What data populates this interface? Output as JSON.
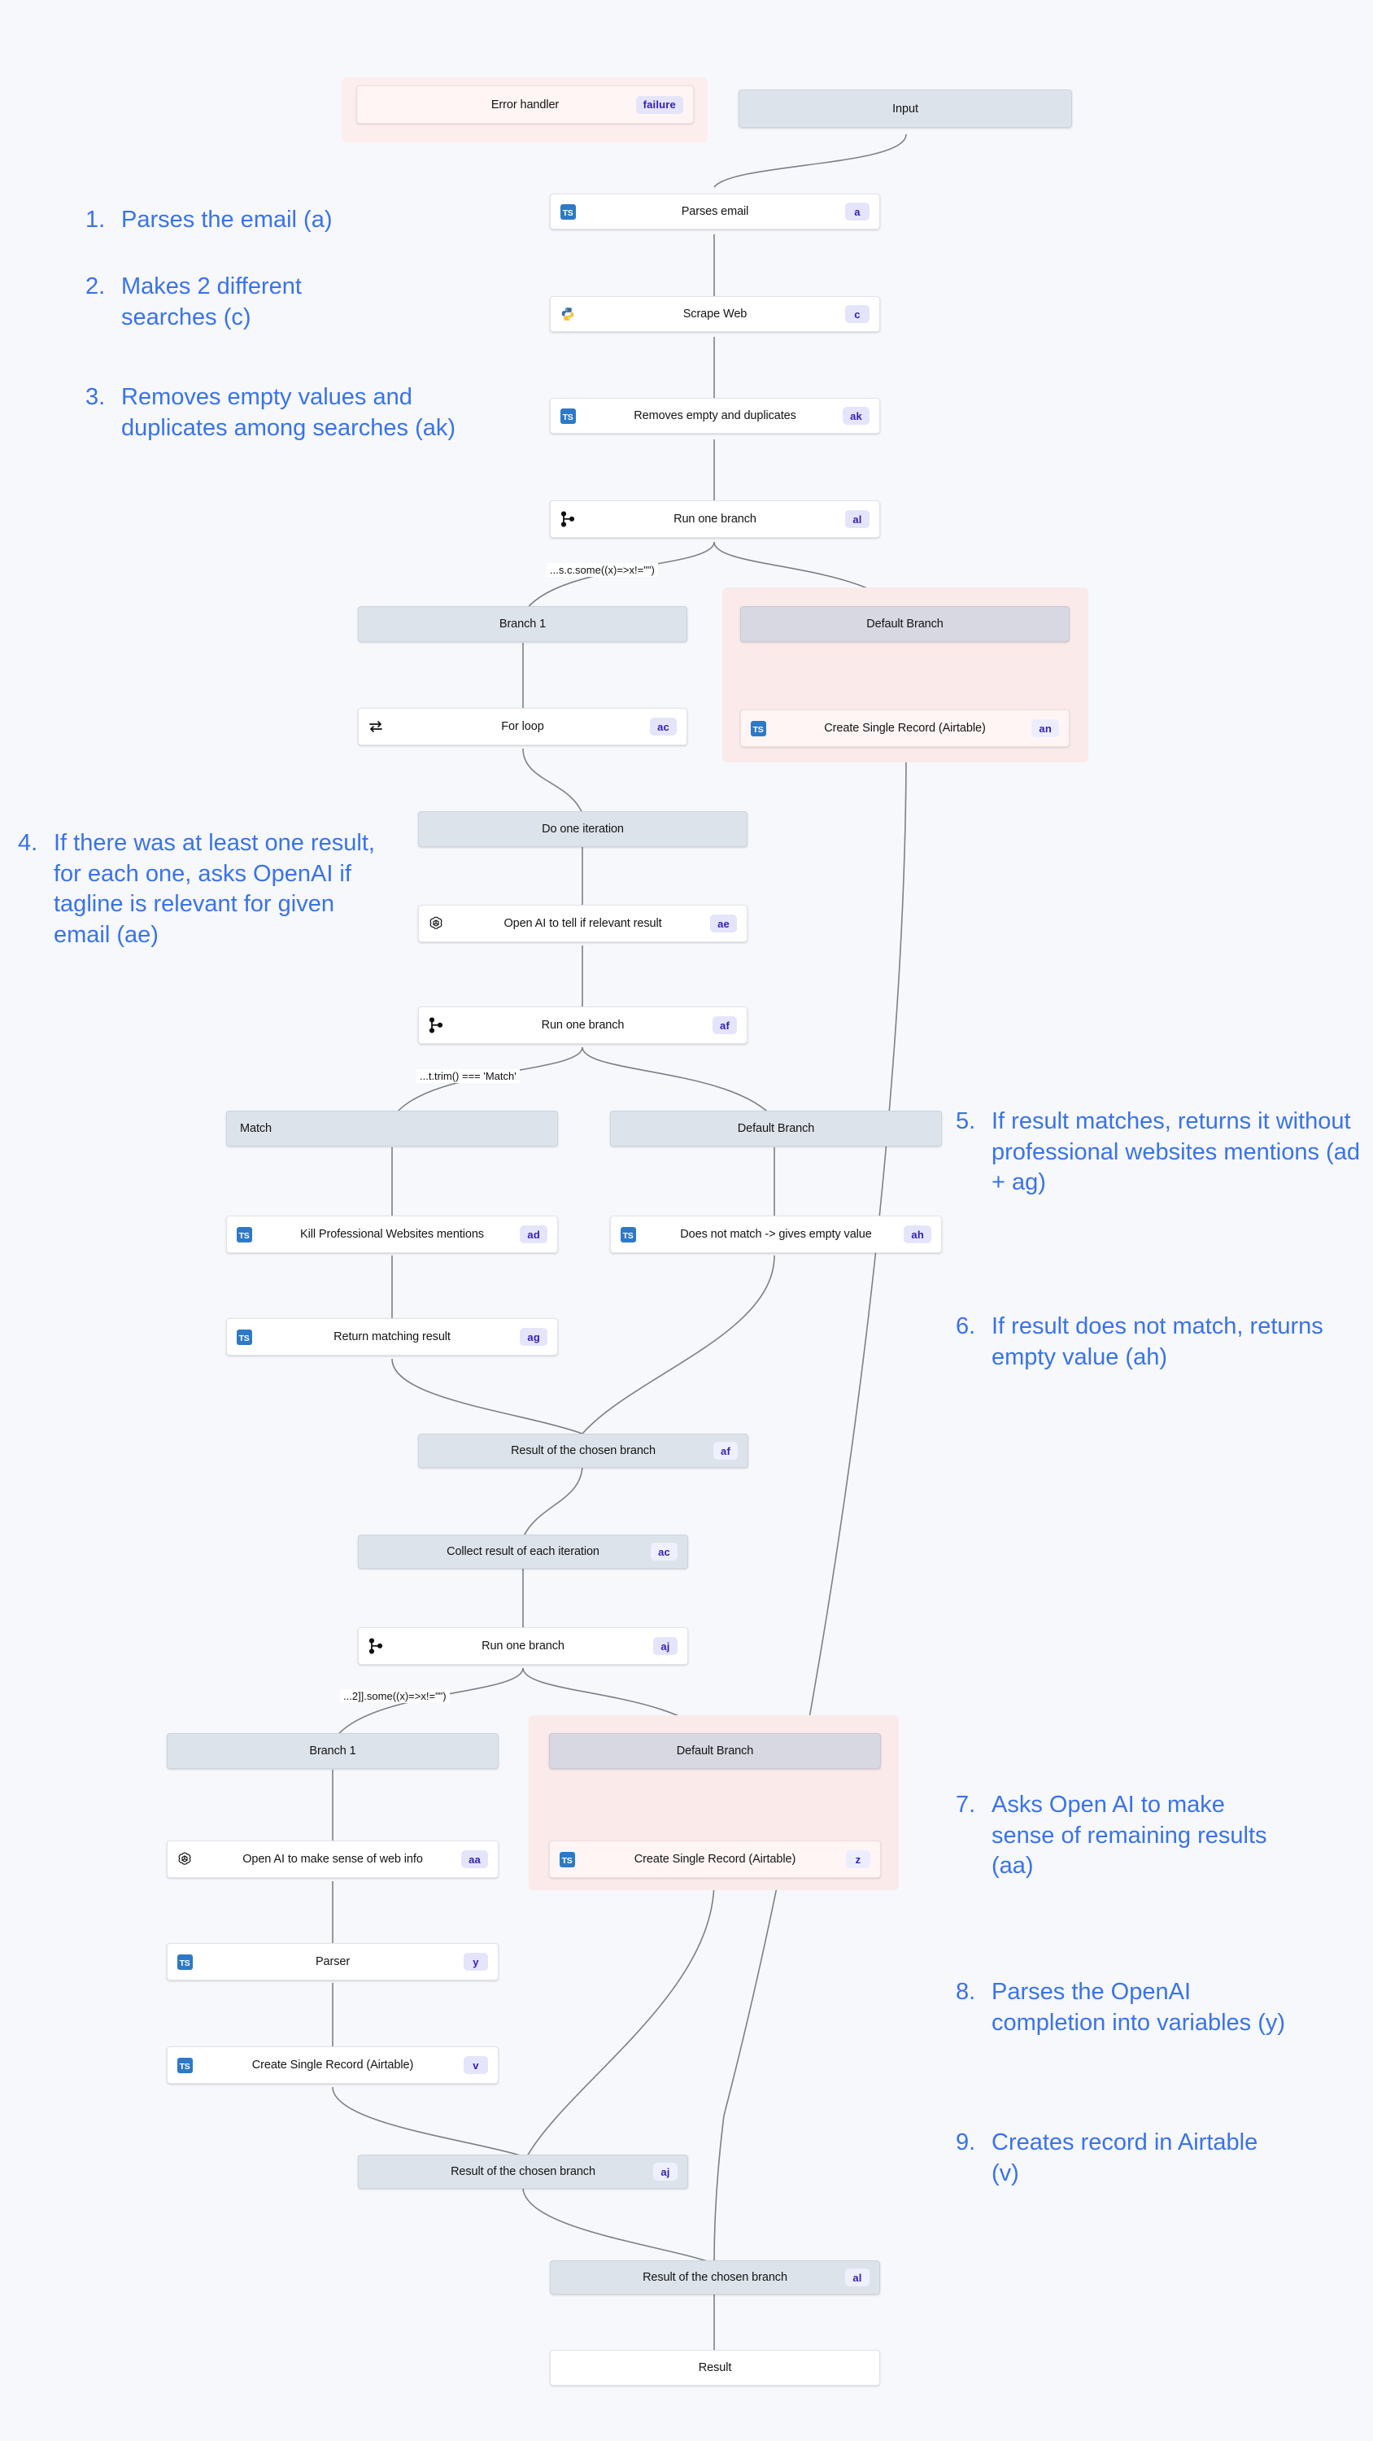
{
  "canvas": {
    "background": "#f7f8fb",
    "accent_blue": "#3973ea",
    "chip_bg": "#e4e5fb",
    "chip_text": "#3520b5",
    "virtual_node_bg": "#dde3ea",
    "error_group_bg": "#fdeeee"
  },
  "nodes": {
    "error_handler": {
      "label": "Error handler",
      "chip": "failure",
      "icon": "none"
    },
    "input": {
      "label": "Input",
      "chip": "",
      "icon": "none"
    },
    "parses_email": {
      "label": "Parses email",
      "chip": "a",
      "icon": "typescript-icon"
    },
    "scrape_web": {
      "label": "Scrape Web",
      "chip": "c",
      "icon": "python-icon"
    },
    "removes_empty": {
      "label": "Removes empty and duplicates",
      "chip": "ak",
      "icon": "typescript-icon"
    },
    "run_branch_al": {
      "label": "Run one branch",
      "chip": "al",
      "icon": "branch-icon"
    },
    "branch1_al": {
      "label": "Branch 1",
      "chip": "",
      "icon": "none"
    },
    "default_al": {
      "label": "Default Branch",
      "chip": "",
      "icon": "none"
    },
    "for_loop": {
      "label": "For loop",
      "chip": "ac",
      "icon": "loop-icon"
    },
    "airtable_an": {
      "label": "Create Single Record (Airtable)",
      "chip": "an",
      "icon": "typescript-icon"
    },
    "do_one_iter": {
      "label": "Do one iteration",
      "chip": "",
      "icon": "none"
    },
    "openai_ae": {
      "label": "Open AI to tell if relevant result",
      "chip": "ae",
      "icon": "openai-icon"
    },
    "run_branch_af": {
      "label": "Run one branch",
      "chip": "af",
      "icon": "branch-icon"
    },
    "match": {
      "label": "Match",
      "chip": "",
      "icon": "none"
    },
    "default_af": {
      "label": "Default Branch",
      "chip": "",
      "icon": "none"
    },
    "kill_mentions": {
      "label": "Kill Professional Websites mentions",
      "chip": "ad",
      "icon": "typescript-icon"
    },
    "no_match": {
      "label": "Does not match -> gives empty value",
      "chip": "ah",
      "icon": "typescript-icon"
    },
    "return_match": {
      "label": "Return matching result",
      "chip": "ag",
      "icon": "typescript-icon"
    },
    "result_af": {
      "label": "Result of the chosen branch",
      "chip": "af",
      "icon": "none"
    },
    "collect_iter": {
      "label": "Collect result of each iteration",
      "chip": "ac",
      "icon": "none"
    },
    "run_branch_aj": {
      "label": "Run one branch",
      "chip": "aj",
      "icon": "branch-icon"
    },
    "branch1_aj": {
      "label": "Branch 1",
      "chip": "",
      "icon": "none"
    },
    "default_aj": {
      "label": "Default Branch",
      "chip": "",
      "icon": "none"
    },
    "openai_aa": {
      "label": "Open AI to make sense of web info",
      "chip": "aa",
      "icon": "openai-icon"
    },
    "airtable_z": {
      "label": "Create Single Record (Airtable)",
      "chip": "z",
      "icon": "typescript-icon"
    },
    "parser_y": {
      "label": "Parser",
      "chip": "y",
      "icon": "typescript-icon"
    },
    "airtable_v": {
      "label": "Create Single Record (Airtable)",
      "chip": "v",
      "icon": "typescript-icon"
    },
    "result_aj": {
      "label": "Result of the chosen branch",
      "chip": "aj",
      "icon": "none"
    },
    "result_al": {
      "label": "Result of the chosen branch",
      "chip": "al",
      "icon": "none"
    },
    "result": {
      "label": "Result",
      "chip": "",
      "icon": "none"
    }
  },
  "edge_labels": {
    "cond_al": "...s.c.some((x)=>x!=\"\")",
    "cond_af": "...t.trim() === 'Match'",
    "cond_aj": "...2]].some((x)=>x!=\"\")"
  },
  "annotations": [
    {
      "num": "1.",
      "text": "Parses the email (a)"
    },
    {
      "num": "2.",
      "text": "Makes 2 different searches (c)"
    },
    {
      "num": "3.",
      "text": "Removes empty values and duplicates among searches (ak)"
    },
    {
      "num": "4.",
      "text": "If there was at least one result, for each one, asks OpenAI if tagline is relevant for given email (ae)"
    },
    {
      "num": "5.",
      "text": "If result matches, returns it without professional websites mentions (ad + ag)"
    },
    {
      "num": "6.",
      "text": "If result does not match, returns empty value (ah)"
    },
    {
      "num": "7.",
      "text": "Asks Open AI to make sense of remaining results (aa)"
    },
    {
      "num": "8.",
      "text": "Parses the OpenAI completion into variables (y)"
    },
    {
      "num": "9.",
      "text": "Creates record in Airtable (v)"
    }
  ]
}
